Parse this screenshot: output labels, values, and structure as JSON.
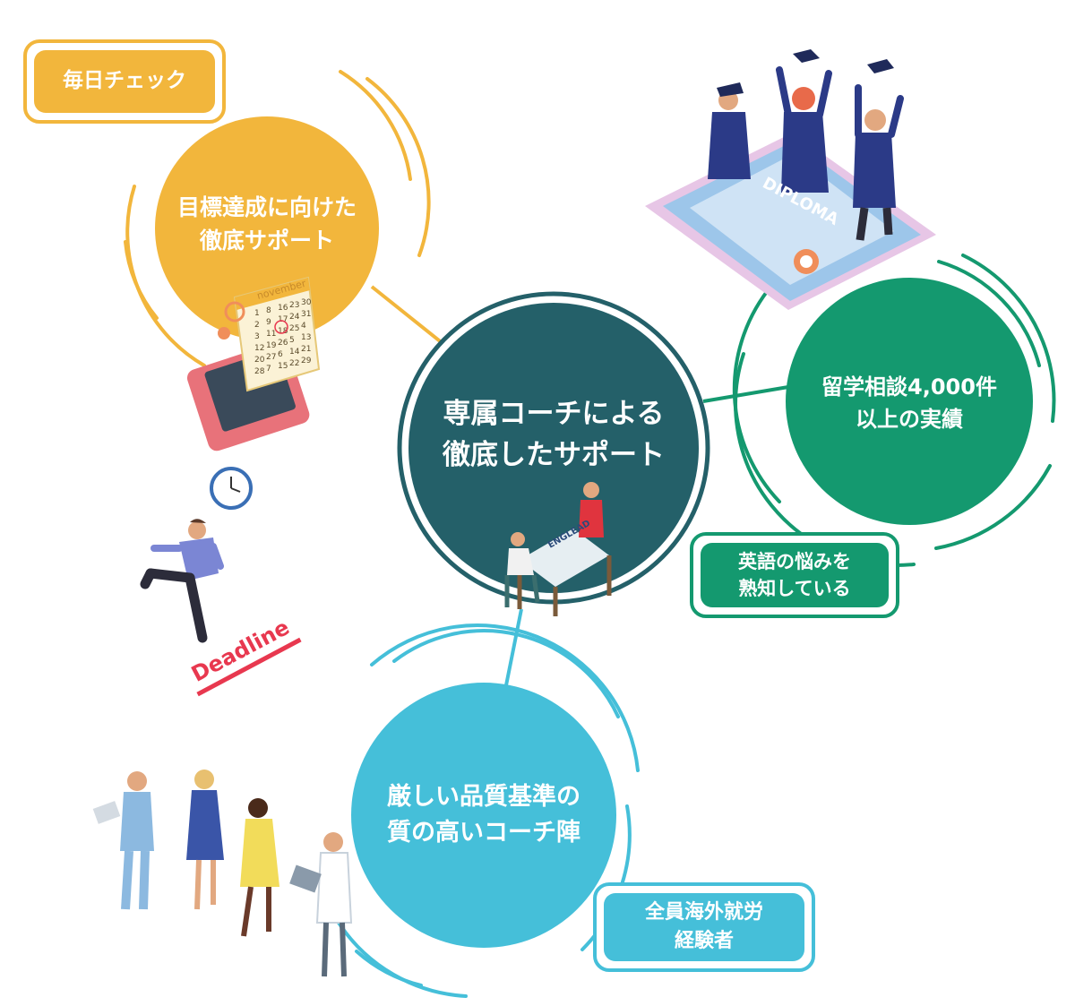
{
  "center": {
    "line1": "専属コーチによる",
    "line2": "徹底したサポート"
  },
  "nodes": {
    "support": {
      "line1": "目標達成に向けた",
      "line2": "徹底サポート",
      "color": "#f2b63c"
    },
    "consult": {
      "line1": "留学相談4,000件",
      "line2": "以上の実績",
      "color": "#14996f"
    },
    "quality": {
      "line1": "厳しい品質基準の",
      "line2": "質の高いコーチ陣",
      "color": "#45bfd9"
    }
  },
  "badges": {
    "daily": {
      "text": "毎日チェック",
      "color": "#f2b63c"
    },
    "english": {
      "line1": "英語の悩みを",
      "line2": "熟知している",
      "color": "#14996f"
    },
    "overseas": {
      "line1": "全員海外就労",
      "line2": "経験者",
      "color": "#45bfd9"
    }
  },
  "illustrations": {
    "calendar_month": "november",
    "calendar_days": [
      "1",
      "8",
      "16",
      "23",
      "30",
      "2",
      "9",
      "17",
      "24",
      "31",
      "3",
      "11",
      "18",
      "25",
      "4",
      "12",
      "19",
      "26",
      "5",
      "13",
      "20",
      "27",
      "6",
      "14",
      "21",
      "28",
      "7",
      "15",
      "22",
      "29"
    ],
    "deadline_label": "Deadline",
    "diploma_label": "DIPLOMA",
    "desk_label": "ENGLEAD"
  },
  "colors": {
    "center": "#246069",
    "center_ring": "#246069",
    "link_line_yellow": "#f2b63c",
    "link_line_green": "#14996f",
    "link_line_blue": "#45bfd9"
  }
}
